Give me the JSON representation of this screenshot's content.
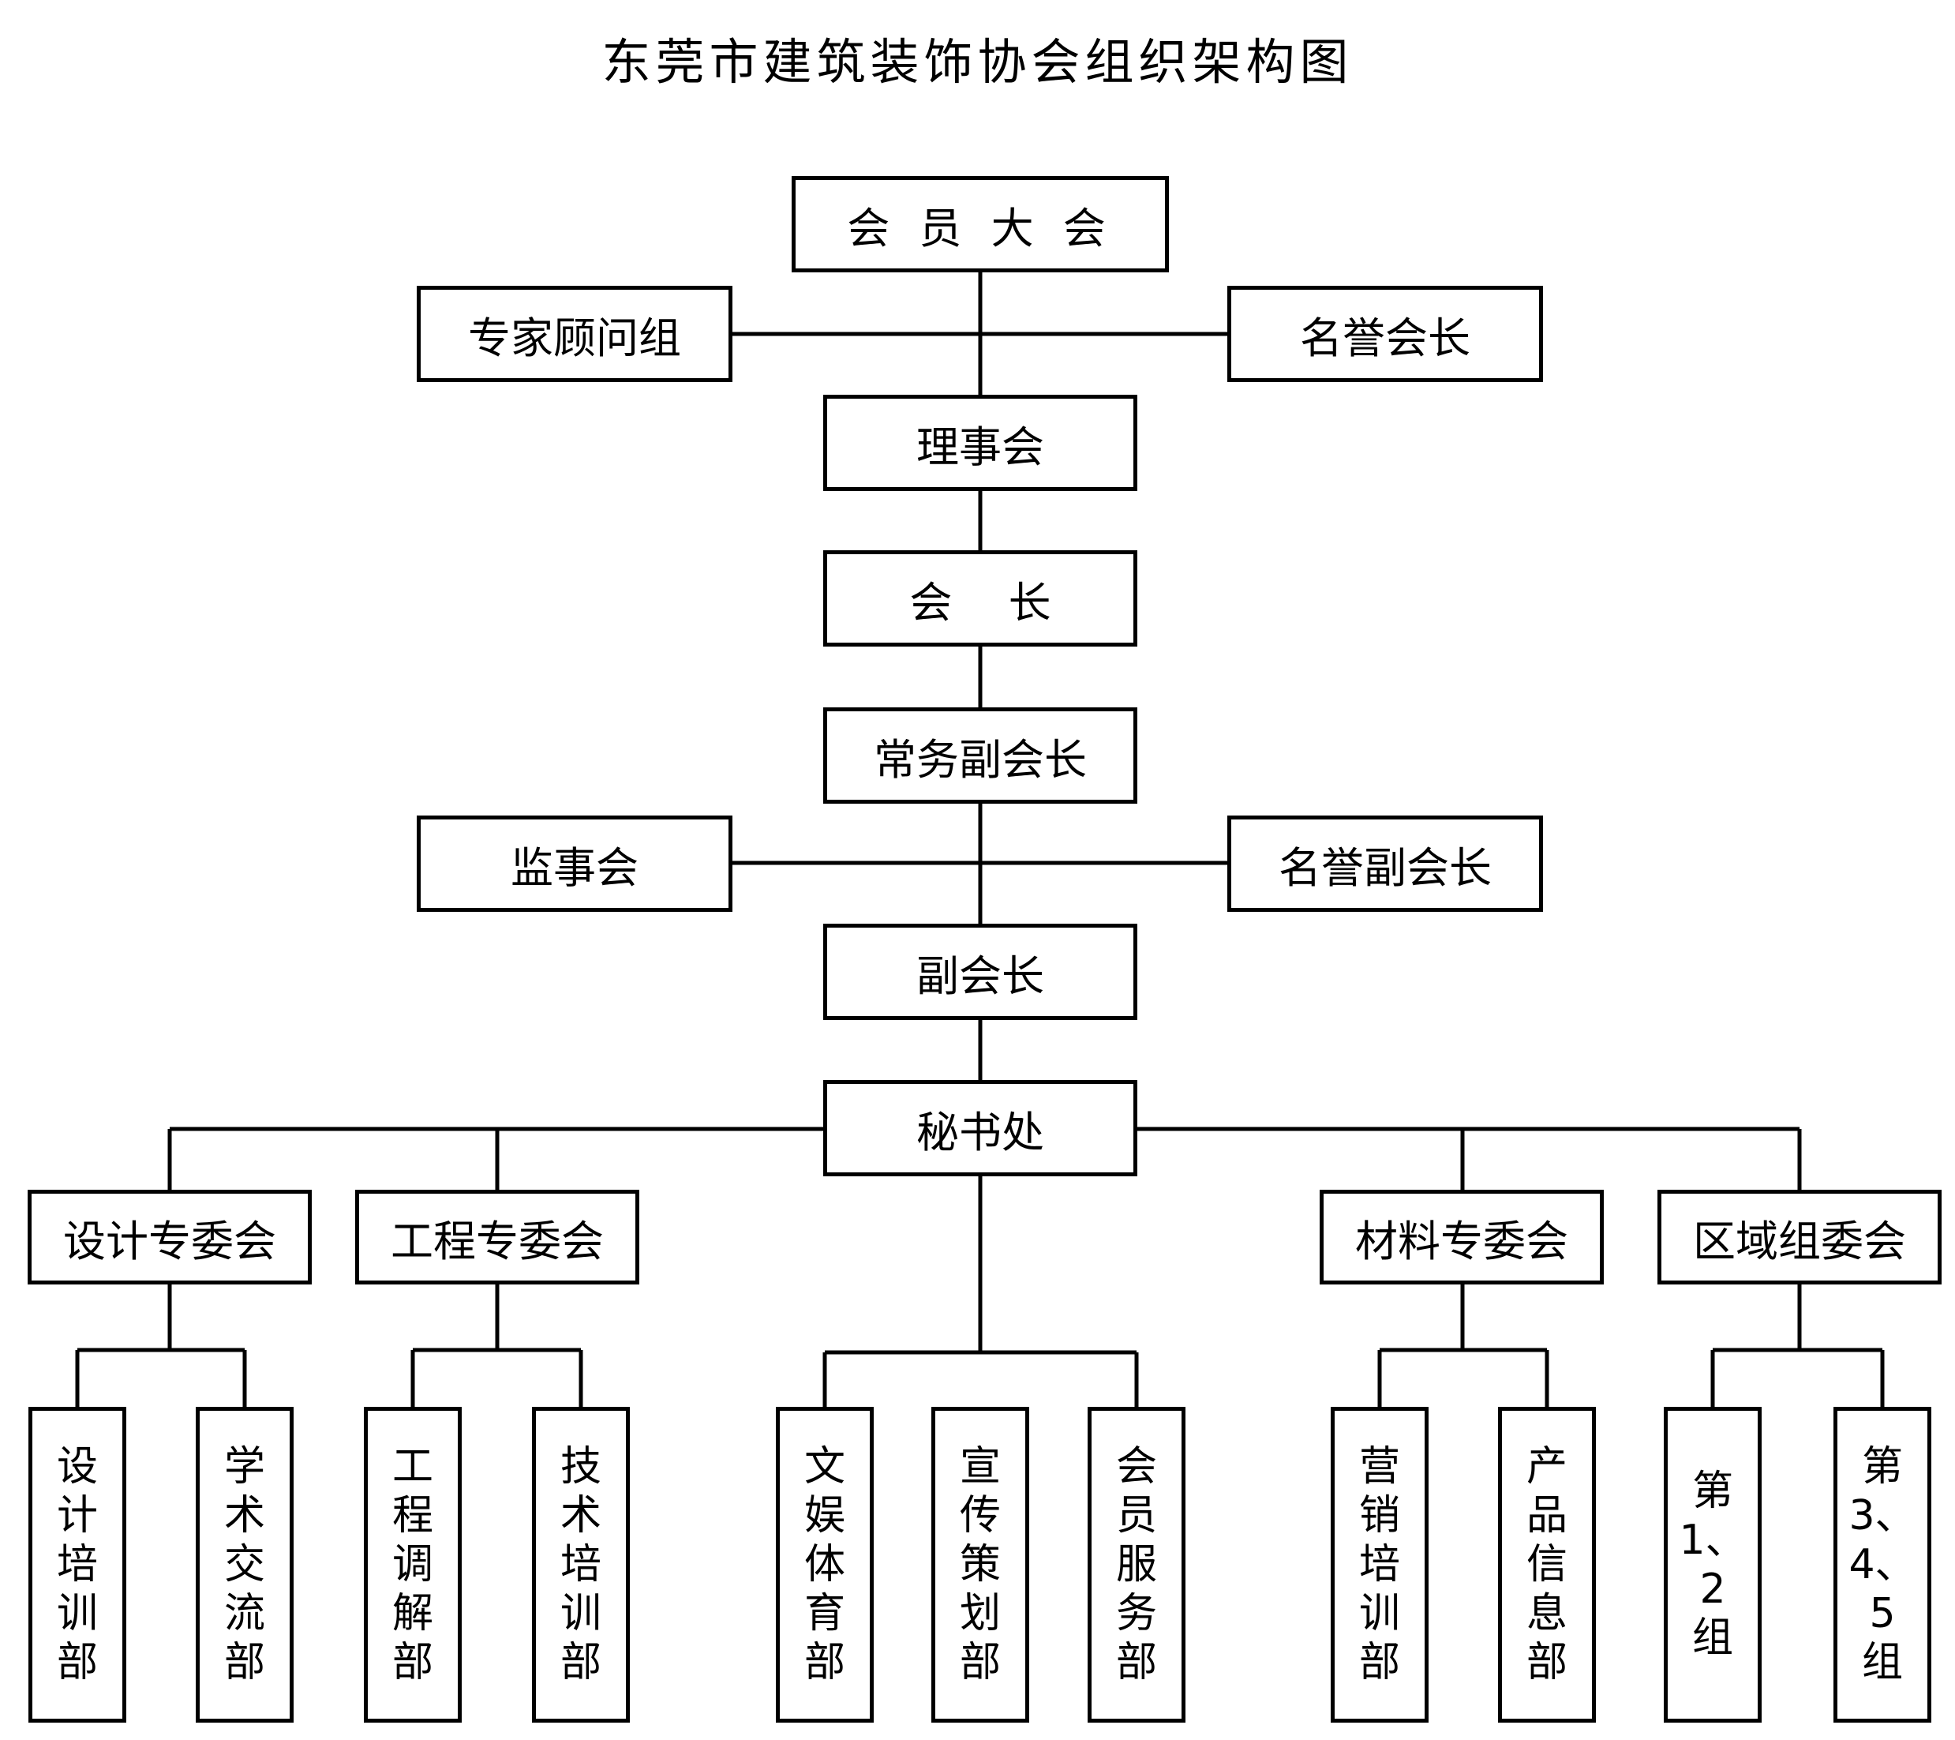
{
  "title": "东莞市建筑装饰协会组织架构图",
  "nodes": {
    "members_assembly": "会 员 大 会",
    "expert_group": "专家顾问组",
    "honorary_president": "名誉会长",
    "council": "理事会",
    "president": "会　 长",
    "executive_vice_president": "常务副会长",
    "supervisory_board": "监事会",
    "honorary_vice_president": "名誉副会长",
    "vice_president": "副会长",
    "secretariat": "秘书处",
    "design_committee": "设计专委会",
    "engineering_committee": "工程专委会",
    "materials_committee": "材料专委会",
    "regional_committee": "区域组委会"
  },
  "departments": [
    {
      "chars": [
        "设",
        "计",
        "培",
        "训",
        "部"
      ]
    },
    {
      "chars": [
        "学",
        "术",
        "交",
        "流",
        "部"
      ]
    },
    {
      "chars": [
        "工",
        "程",
        "调",
        "解",
        "部"
      ]
    },
    {
      "chars": [
        "技",
        "术",
        "培",
        "训",
        "部"
      ]
    },
    {
      "chars": [
        "文",
        "娱",
        "体",
        "育",
        "部"
      ]
    },
    {
      "chars": [
        "宣",
        "传",
        "策",
        "划",
        "部"
      ]
    },
    {
      "chars": [
        "会",
        "员",
        "服",
        "务",
        "部"
      ]
    },
    {
      "chars": [
        "营",
        "销",
        "培",
        "训",
        "部"
      ]
    },
    {
      "chars": [
        "产",
        "品",
        "信",
        "息",
        "部"
      ]
    },
    {
      "chars": [
        "第",
        "1、",
        "2",
        "组"
      ]
    },
    {
      "chars": [
        "第",
        "3、",
        "4、",
        "5",
        "组"
      ]
    }
  ]
}
